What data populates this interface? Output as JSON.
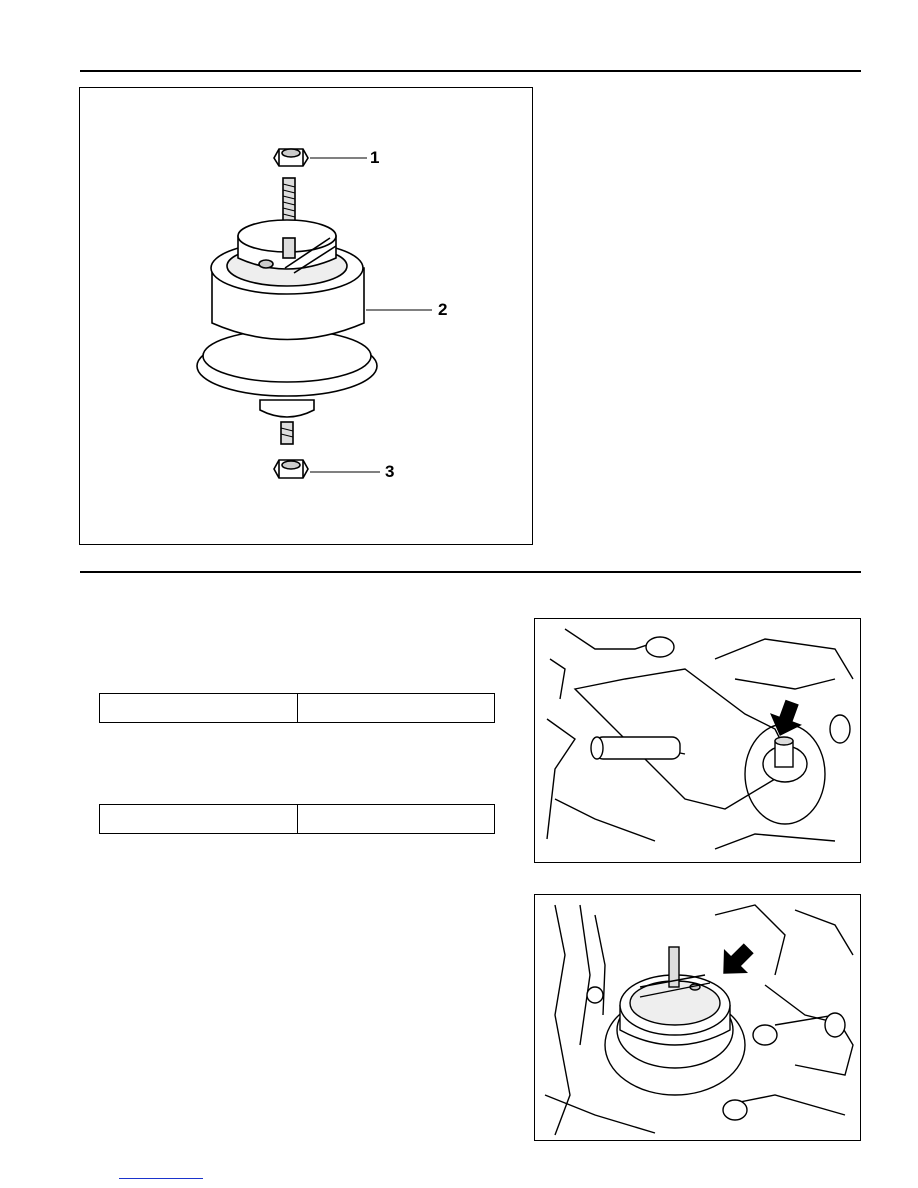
{
  "exploded_view": {
    "callouts": [
      "1",
      "2",
      "3"
    ],
    "parts": [
      "nut-icon",
      "engine-mount-icon",
      "nut-icon"
    ]
  },
  "spec_tables": [
    {
      "cells": [
        "",
        ""
      ]
    },
    {
      "cells": [
        "",
        ""
      ]
    }
  ],
  "photos": [
    {
      "subject": "mount-bracket-nut-photo",
      "marker": "arrow-pointer-icon"
    },
    {
      "subject": "engine-mount-installed-photo",
      "marker": "arrow-pointer-icon"
    }
  ],
  "colors": {
    "ink": "#000000",
    "paper": "#ffffff",
    "link": "#1a33cc"
  }
}
